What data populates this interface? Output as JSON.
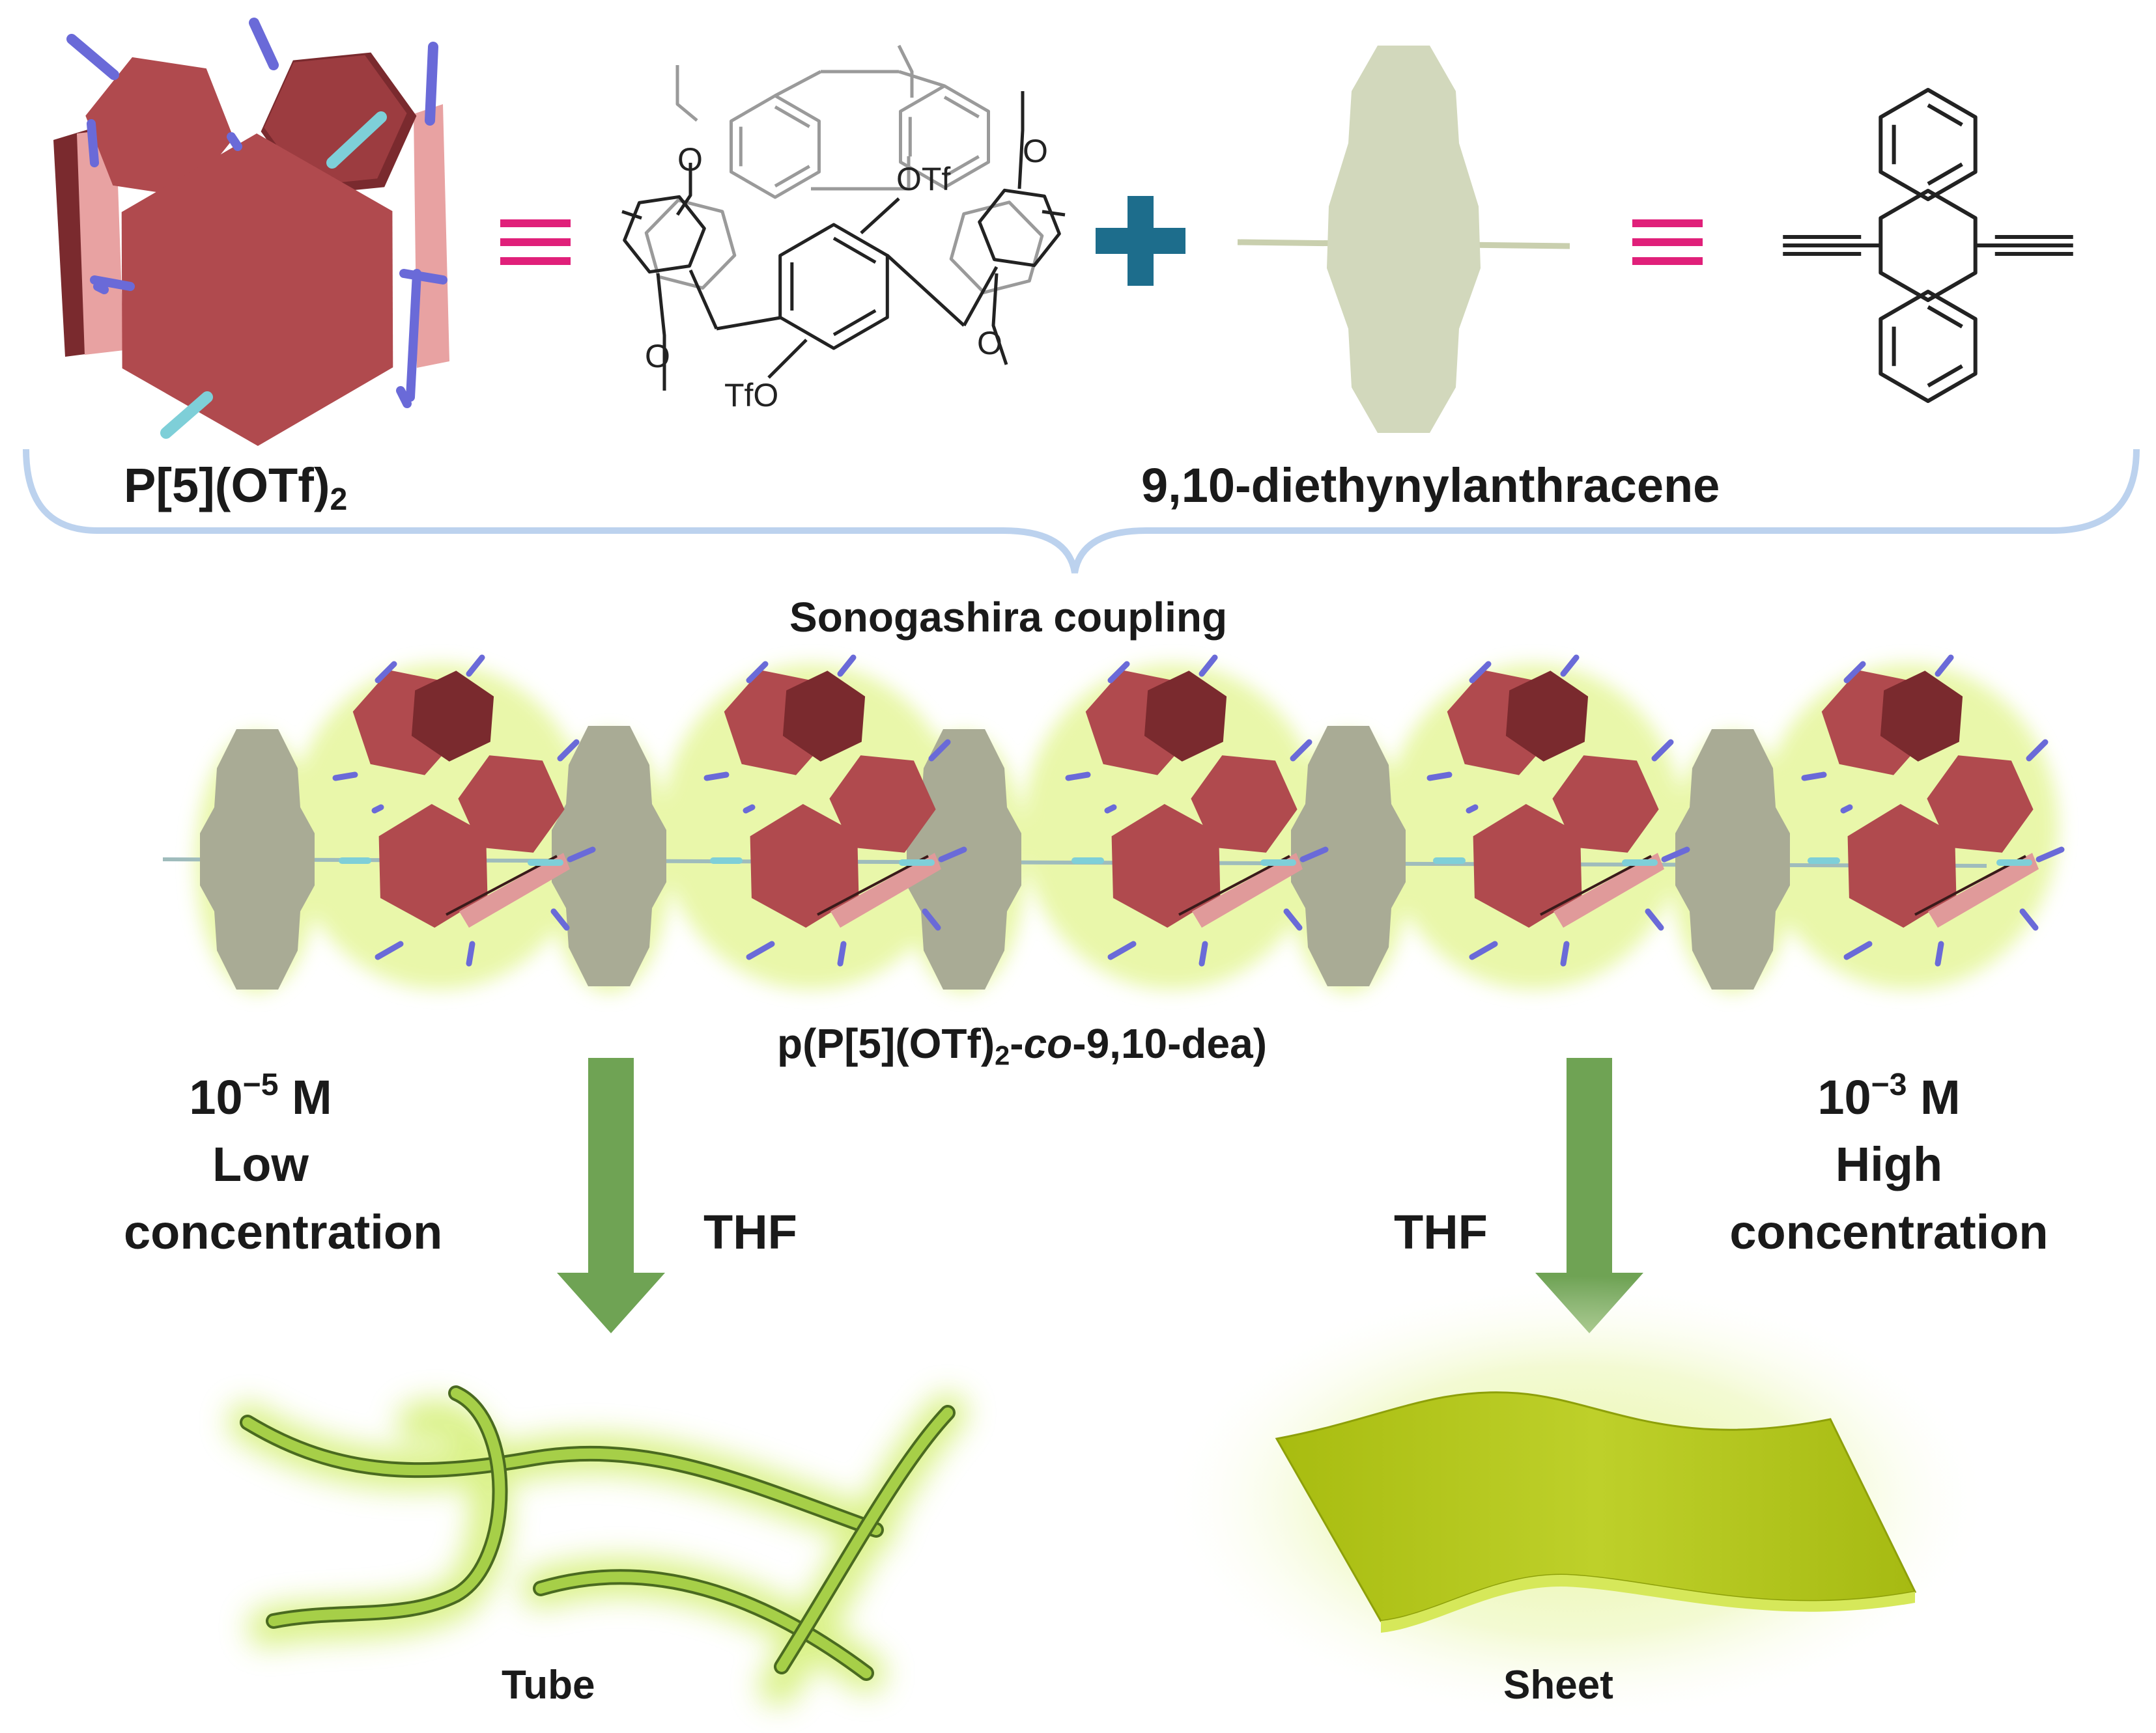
{
  "top": {
    "macrocycle_label_main": "P[5](OTf)",
    "macrocycle_label_sub": "2",
    "linker_label": "9,10-diethynylanthracene",
    "otf_upper": "OTf",
    "otf_lower": "TfO",
    "methoxy_o": "O"
  },
  "reaction": {
    "coupling_label": "Sonogashira coupling"
  },
  "polymer": {
    "label_prefix": "p(P[5](OTf)",
    "label_sub": "2",
    "label_dash": "-",
    "label_co": "co",
    "label_suffix": "-9,10-dea)"
  },
  "left_branch": {
    "concentration_base": "10",
    "concentration_exp": "−5",
    "concentration_unit": " M",
    "level": "Low",
    "word": "concentration",
    "solvent": "THF",
    "product": "Tube"
  },
  "right_branch": {
    "concentration_base": "10",
    "concentration_exp": "−3",
    "concentration_unit": " M",
    "level": "High",
    "word": "concentration",
    "solvent": "THF",
    "product": "Sheet"
  },
  "colors": {
    "macrocycle_red": "#b04a4e",
    "macrocycle_dark": "#7a2a2e",
    "bond_blue": "#6a6ad8",
    "bond_cyan": "#7ecfd8",
    "equiv_pink": "#e0207a",
    "plus_teal": "#1d6d8c",
    "anthracene_green": "#d2d8bc",
    "polymer_anthracene": "#a9ab95",
    "arrow_green": "#6fa354",
    "tube_green": "#a6cf48",
    "sheet_green": "#b4c823",
    "glow": "#e8f7a6",
    "brace_blue": "#bcd2ee"
  }
}
